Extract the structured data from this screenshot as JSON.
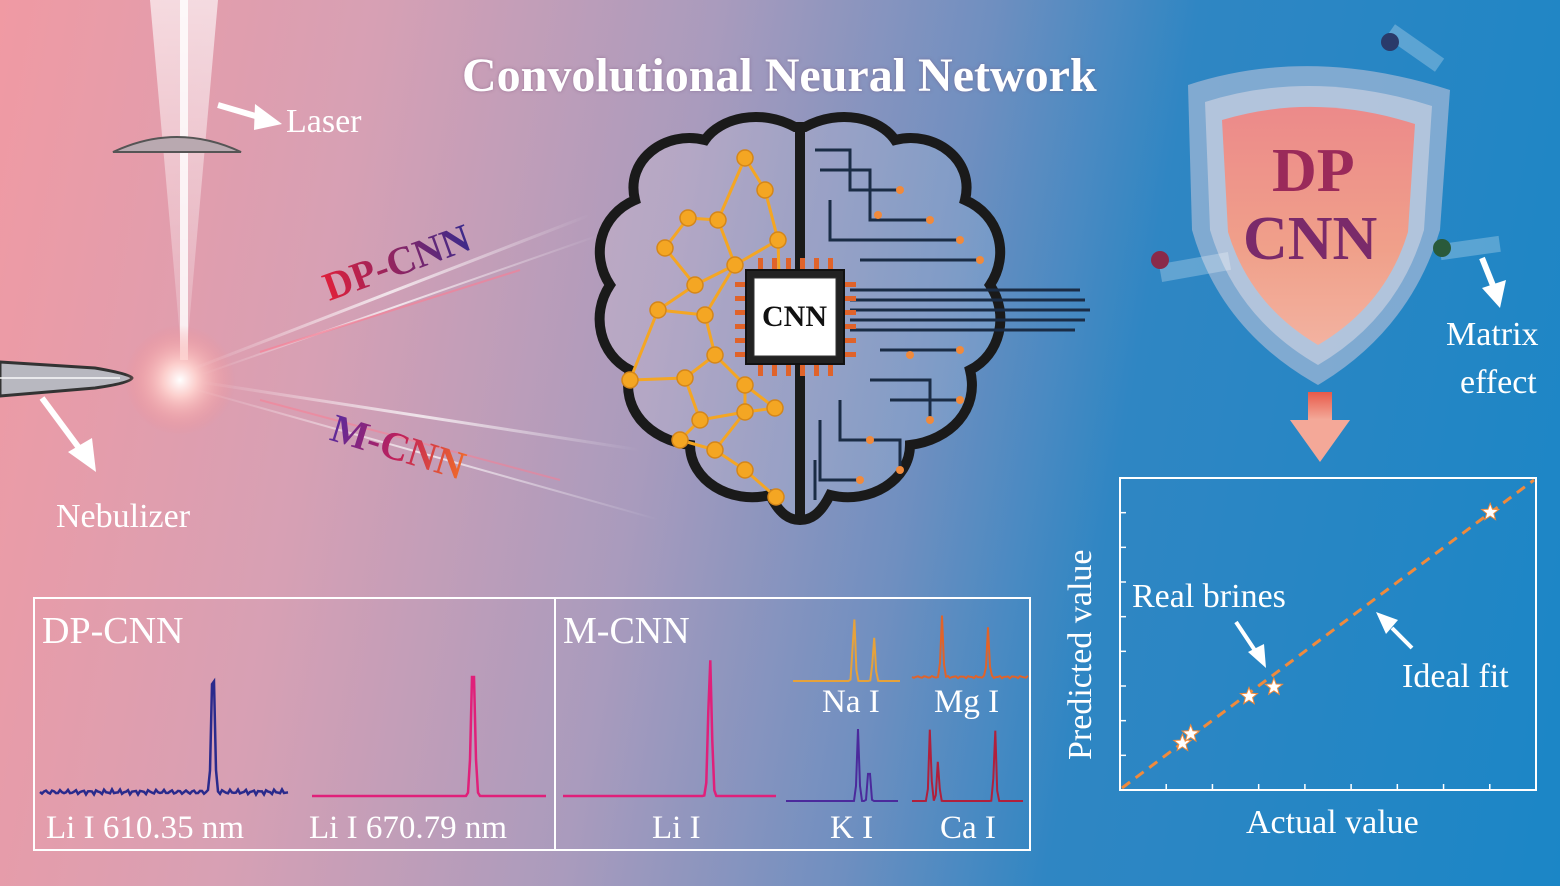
{
  "title": "Convolutional Neural Network",
  "laser_label": "Laser",
  "nebulizer_label": "Nebulizer",
  "beam_labels": {
    "dp": "DP-CNN",
    "m": "M-CNN"
  },
  "chip_label": "CNN",
  "shield": {
    "line1": "DP",
    "line2": "CNN"
  },
  "matrix_effect": {
    "line1": "Matrix",
    "line2": "effect"
  },
  "panel_dp": {
    "title": "DP-CNN",
    "spectra": [
      {
        "label": "Li I 610.35 nm",
        "color": "#2a2a8c"
      },
      {
        "label": "Li I 670.79 nm",
        "color": "#e0207a"
      }
    ]
  },
  "panel_m": {
    "title": "M-CNN",
    "spectra": [
      {
        "label": "Li I",
        "color": "#e0207a"
      },
      {
        "label": "Na I",
        "color": "#e6a23a"
      },
      {
        "label": "Mg I",
        "color": "#e0632a"
      },
      {
        "label": "K I",
        "color": "#4b2a9c"
      },
      {
        "label": "Ca I",
        "color": "#b0203c"
      }
    ]
  },
  "plot": {
    "xlabel": "Actual value",
    "ylabel": "Predicted value",
    "annotation_real": "Real brines",
    "annotation_ideal": "Ideal fit",
    "points": [
      [
        0.15,
        0.15
      ],
      [
        0.17,
        0.18
      ],
      [
        0.31,
        0.3
      ],
      [
        0.37,
        0.33
      ],
      [
        0.89,
        0.89
      ]
    ]
  },
  "colors": {
    "neural": "#f4a623",
    "circuit": "#1f3b5e",
    "outline": "#1a1a1a",
    "ideal_line": "#f08a3c"
  }
}
